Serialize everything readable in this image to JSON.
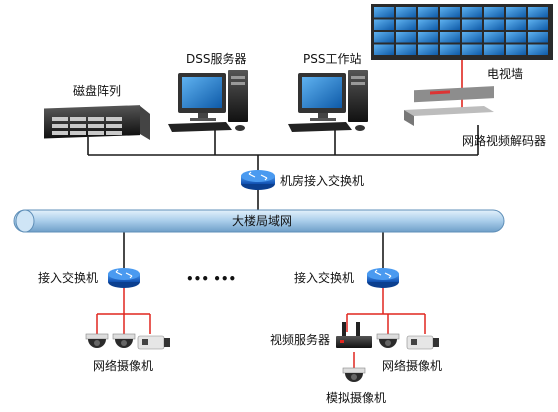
{
  "labels": {
    "disk_array": "磁盘阵列",
    "dss_server": "DSS服务器",
    "pss_workstation": "PSS工作站",
    "tv_wall": "电视墙",
    "decoder": "网路视频解码器",
    "core_switch": "机房接入交换机",
    "building_lan": "大楼局域网",
    "access_switch_left": "接入交换机",
    "access_switch_right": "接入交换机",
    "ellipsis": "•••  •••",
    "ip_camera_left": "网络摄像机",
    "video_server": "视频服务器",
    "ip_camera_right": "网络摄像机",
    "analog_camera": "模拟摄像机"
  },
  "colors": {
    "line_black": "#1a1a1a",
    "line_red": "#e0261f",
    "switch_blue": "#1d6fd6",
    "lan_bar": "#b9d7ef",
    "tv_screen": "#1d7fd1"
  }
}
